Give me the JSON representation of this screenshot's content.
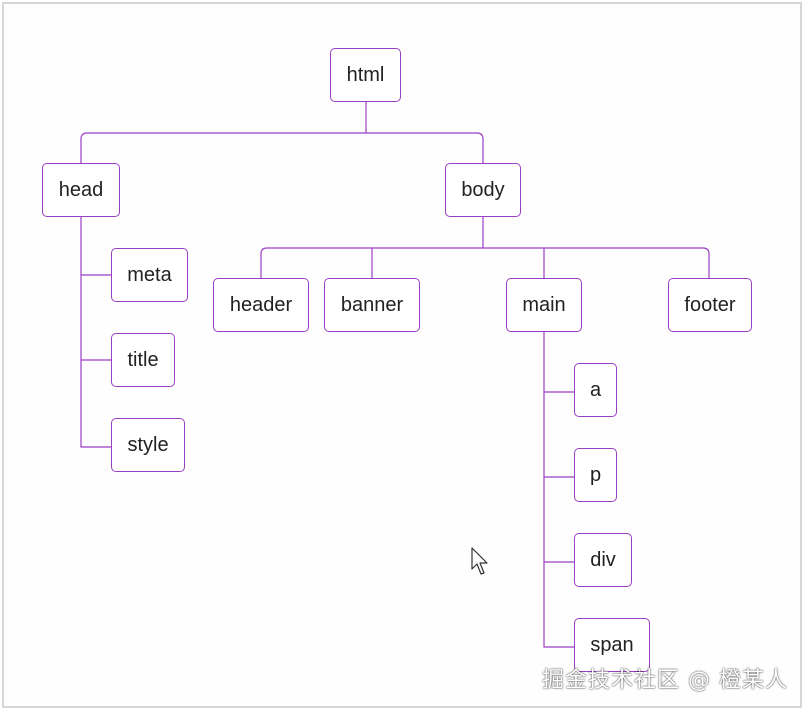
{
  "colors": {
    "edge": "#9b3fc6",
    "node_border": "#9b3fc6",
    "text": "#222222"
  },
  "tree": {
    "root": "html",
    "head": "head",
    "head_children": [
      "meta",
      "title",
      "style"
    ],
    "body": "body",
    "body_children": [
      "header",
      "banner",
      "main",
      "footer"
    ],
    "main_children": [
      "a",
      "p",
      "div",
      "span"
    ]
  },
  "watermark": "掘金技术社区 @ 橙某人",
  "cursor_icon": "arrow-cursor-icon"
}
